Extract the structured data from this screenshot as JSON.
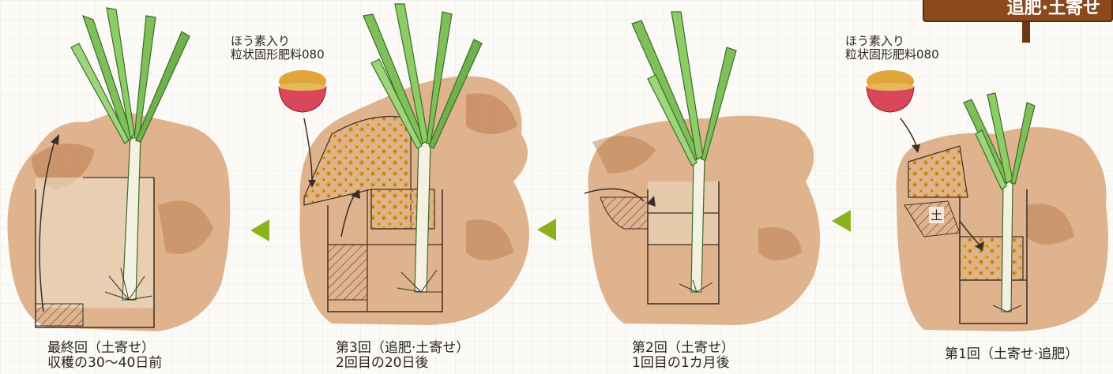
{
  "sign": {
    "title": "追肥·土寄せ"
  },
  "stages": [
    {
      "caption_line1": "最終回（土寄せ）",
      "caption_line2": "収穫の30〜40日前"
    },
    {
      "caption_line1": "第3回（追肥·土寄せ）",
      "caption_line2": "2回目の20日後",
      "fertilizer_line1": "ほう素入り",
      "fertilizer_line2": "粒状固形肥料080"
    },
    {
      "caption_line1": "第2回（土寄せ）",
      "caption_line2": "1回目の1カ月後"
    },
    {
      "caption_line1": "第1回（土寄せ·追肥）",
      "fertilizer_line1": "ほう素入り",
      "fertilizer_line2": "粒状固形肥料080",
      "soil_label": "土"
    }
  ],
  "colors": {
    "soil": "#d9a67a",
    "soil_dark": "#b8754a",
    "fertilizer": "#e0a63c",
    "arrow": "#8bb21b",
    "leaf": "#7fbf5a",
    "bowl": "#d9475a"
  },
  "icons": [
    "left-arrow-icon",
    "fertilizer-bowl-icon",
    "down-arrow-icon",
    "signpost-icon"
  ]
}
